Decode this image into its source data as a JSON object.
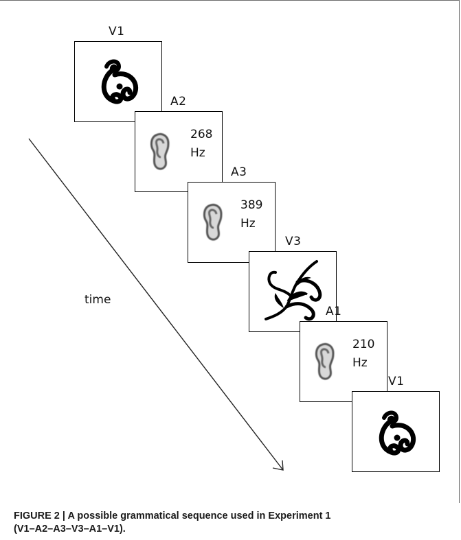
{
  "panels": [
    {
      "label": "V1",
      "kind": "visual",
      "icon": "swirl-glyph-icon"
    },
    {
      "label": "A2",
      "kind": "auditory",
      "icon": "ear-icon",
      "freq_value": "268",
      "freq_unit": "Hz"
    },
    {
      "label": "A3",
      "kind": "auditory",
      "icon": "ear-icon",
      "freq_value": "389",
      "freq_unit": "Hz"
    },
    {
      "label": "V3",
      "kind": "visual",
      "icon": "leaf-flourish-icon"
    },
    {
      "label": "A1",
      "kind": "auditory",
      "icon": "ear-icon",
      "freq_value": "210",
      "freq_unit": "Hz"
    },
    {
      "label": "V1",
      "kind": "visual",
      "icon": "swirl-glyph-icon"
    }
  ],
  "time_label": "time",
  "caption": {
    "line1": "FIGURE 2 | A possible grammatical sequence used in Experiment 1",
    "line2": "(V1–A2–A3–V3–A1–V1)."
  },
  "colors": {
    "ink": "#000000",
    "frame": "#6b6b6b",
    "ear_gray": "#888888"
  }
}
